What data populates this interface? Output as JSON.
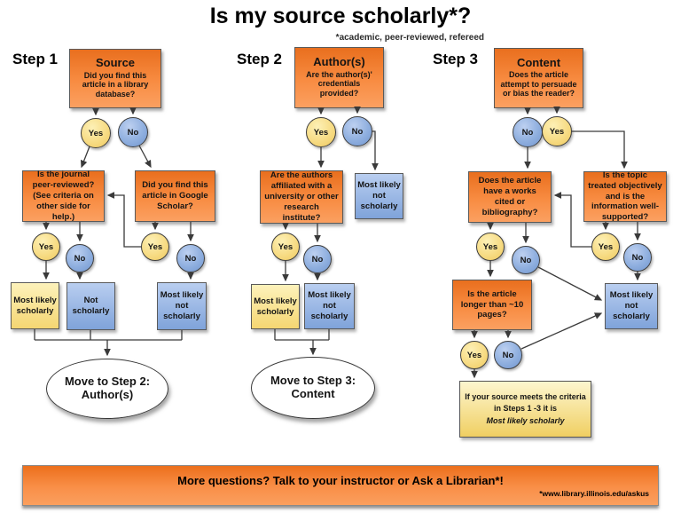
{
  "title": "Is my source scholarly*?",
  "subtitle": "*academic, peer-reviewed, refereed",
  "labels": {
    "yes": "Yes",
    "no": "No"
  },
  "results": {
    "likely": "Most likely scholarly",
    "not": "Not scholarly",
    "likely_not": "Most likely not scholarly"
  },
  "step1": {
    "label": "Step 1",
    "title": "Source",
    "question": "Did you find this article in a library database?",
    "q_journal": "Is the journal peer-reviewed? (See criteria on other side for help.)",
    "q_scholar": "Did you find this article in Google Scholar?",
    "move_line1": "Move to Step 2:",
    "move_line2": "Author(s)"
  },
  "step2": {
    "label": "Step 2",
    "title": "Author(s)",
    "question": "Are the author(s)' credentials provided?",
    "q_affiliation": "Are the authors affiliated with a university or other research institute?",
    "move_line1": "Move to Step 3:",
    "move_line2": "Content"
  },
  "step3": {
    "label": "Step 3",
    "title": "Content",
    "question": "Does the article attempt to persuade or bias the reader?",
    "q_bibliography": "Does the article have a works cited or bibliography?",
    "q_objective": "Is the topic treated objectively and is the information well-supported?",
    "q_length": "Is the article longer than ~10 pages?",
    "note_line1": "If your source meets the criteria",
    "note_line2": "in Steps 1 -3 it is",
    "note_line3": "Most likely scholarly"
  },
  "banner": {
    "text": "More questions? Talk to your instructor or Ask a Librarian*!",
    "url": "*www.library.illinois.edu/askus"
  },
  "colors": {
    "orange": "#ED7223",
    "yellow": "#F6D877",
    "blue": "#8FAEDE"
  }
}
